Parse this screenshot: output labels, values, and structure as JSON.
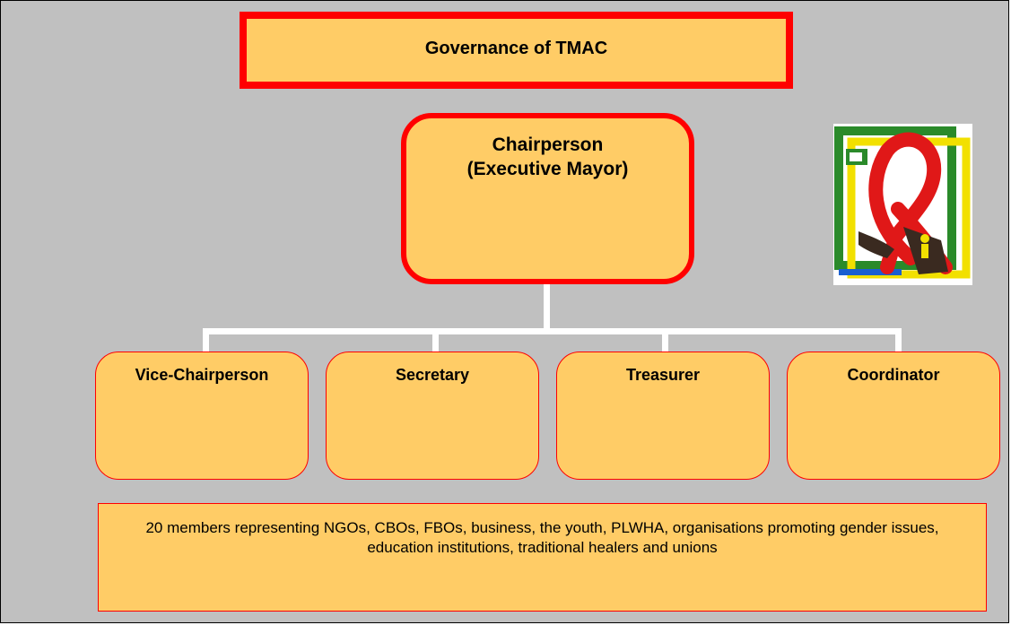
{
  "title": "Governance of TMAC",
  "chair": {
    "line1": "Chairperson",
    "line2": "(Executive Mayor)"
  },
  "roles": [
    {
      "label": "Vice-Chairperson"
    },
    {
      "label": "Secretary"
    },
    {
      "label": "Treasurer"
    },
    {
      "label": "Coordinator"
    }
  ],
  "members": "20 members representing NGOs, CBOs, FBOs, business, the youth, PLWHA, organisations promoting gender issues, education institutions, traditional healers and unions",
  "logo": {
    "icon": "red-ribbon-logo-icon"
  },
  "colors": {
    "background": "#c0c0c0",
    "box_fill": "#ffcc66",
    "border": "#ff0000",
    "connector": "#ffffff"
  }
}
